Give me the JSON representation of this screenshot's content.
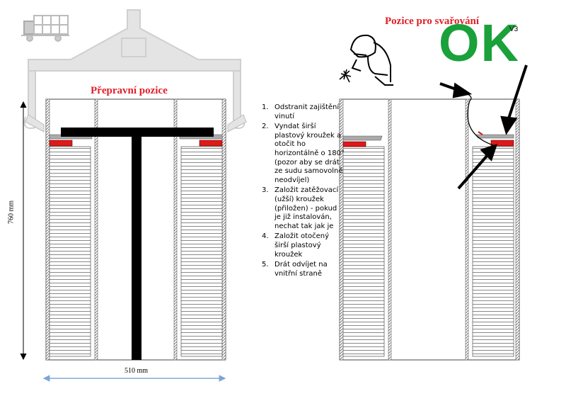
{
  "left_panel": {
    "title": "Přepravní pozice",
    "height_label": "760 mm",
    "width_label": "510 mm"
  },
  "right_panel": {
    "title": "Pozice pro svařování",
    "ok_text": "OK",
    "version": "V3"
  },
  "steps": [
    {
      "num": "1.",
      "text": "Odstranit zajištění vinutí"
    },
    {
      "num": "2.",
      "text": "Vyndat širší plastový kroužek a otočit ho horizontálně o 180° (pozor aby se drát ze sudu samovolně neodvíjel)"
    },
    {
      "num": "3.",
      "text": "Založit zatěžovací (užší) kroužek (přiložen) - pokud je již instalován, nechat tak jak je"
    },
    {
      "num": "4.",
      "text": "Založit otočený širší plastový kroužek"
    },
    {
      "num": "5.",
      "text": "Drát odvíjet na vnitřní straně"
    }
  ],
  "colors": {
    "title_red": "#e0202a",
    "ok_green": "#1aa13a",
    "ring_red": "#e01818",
    "dim_blue": "#7aa6d6"
  },
  "icons": [
    "truck-icon",
    "welder-icon",
    "lifting-beam"
  ]
}
